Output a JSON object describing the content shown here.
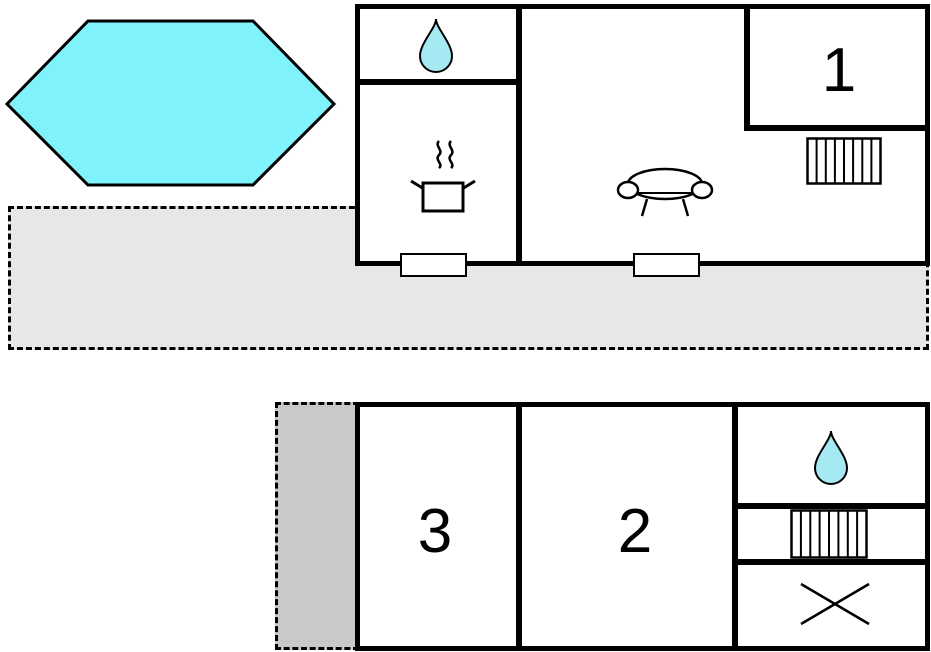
{
  "floorplan": {
    "rooms": [
      {
        "id": "room-1",
        "label": "1"
      },
      {
        "id": "room-2",
        "label": "2"
      },
      {
        "id": "room-3",
        "label": "3"
      }
    ],
    "colors": {
      "pool": "#80f2fb",
      "water_drop": "#a5e9f3",
      "terrace_upper": "#e7e7e7",
      "terrace_lower": "#c9c9c9"
    },
    "icons": {
      "pool": "hexagon-pool",
      "water-drop-icon": "teardrop-shape",
      "cooking-pot-icon": "pot-with-steam",
      "sofa-icon": "sofa-top-view",
      "stairs-icon": "striped-rectangle",
      "cross-icon": "diagonal-cross"
    }
  }
}
